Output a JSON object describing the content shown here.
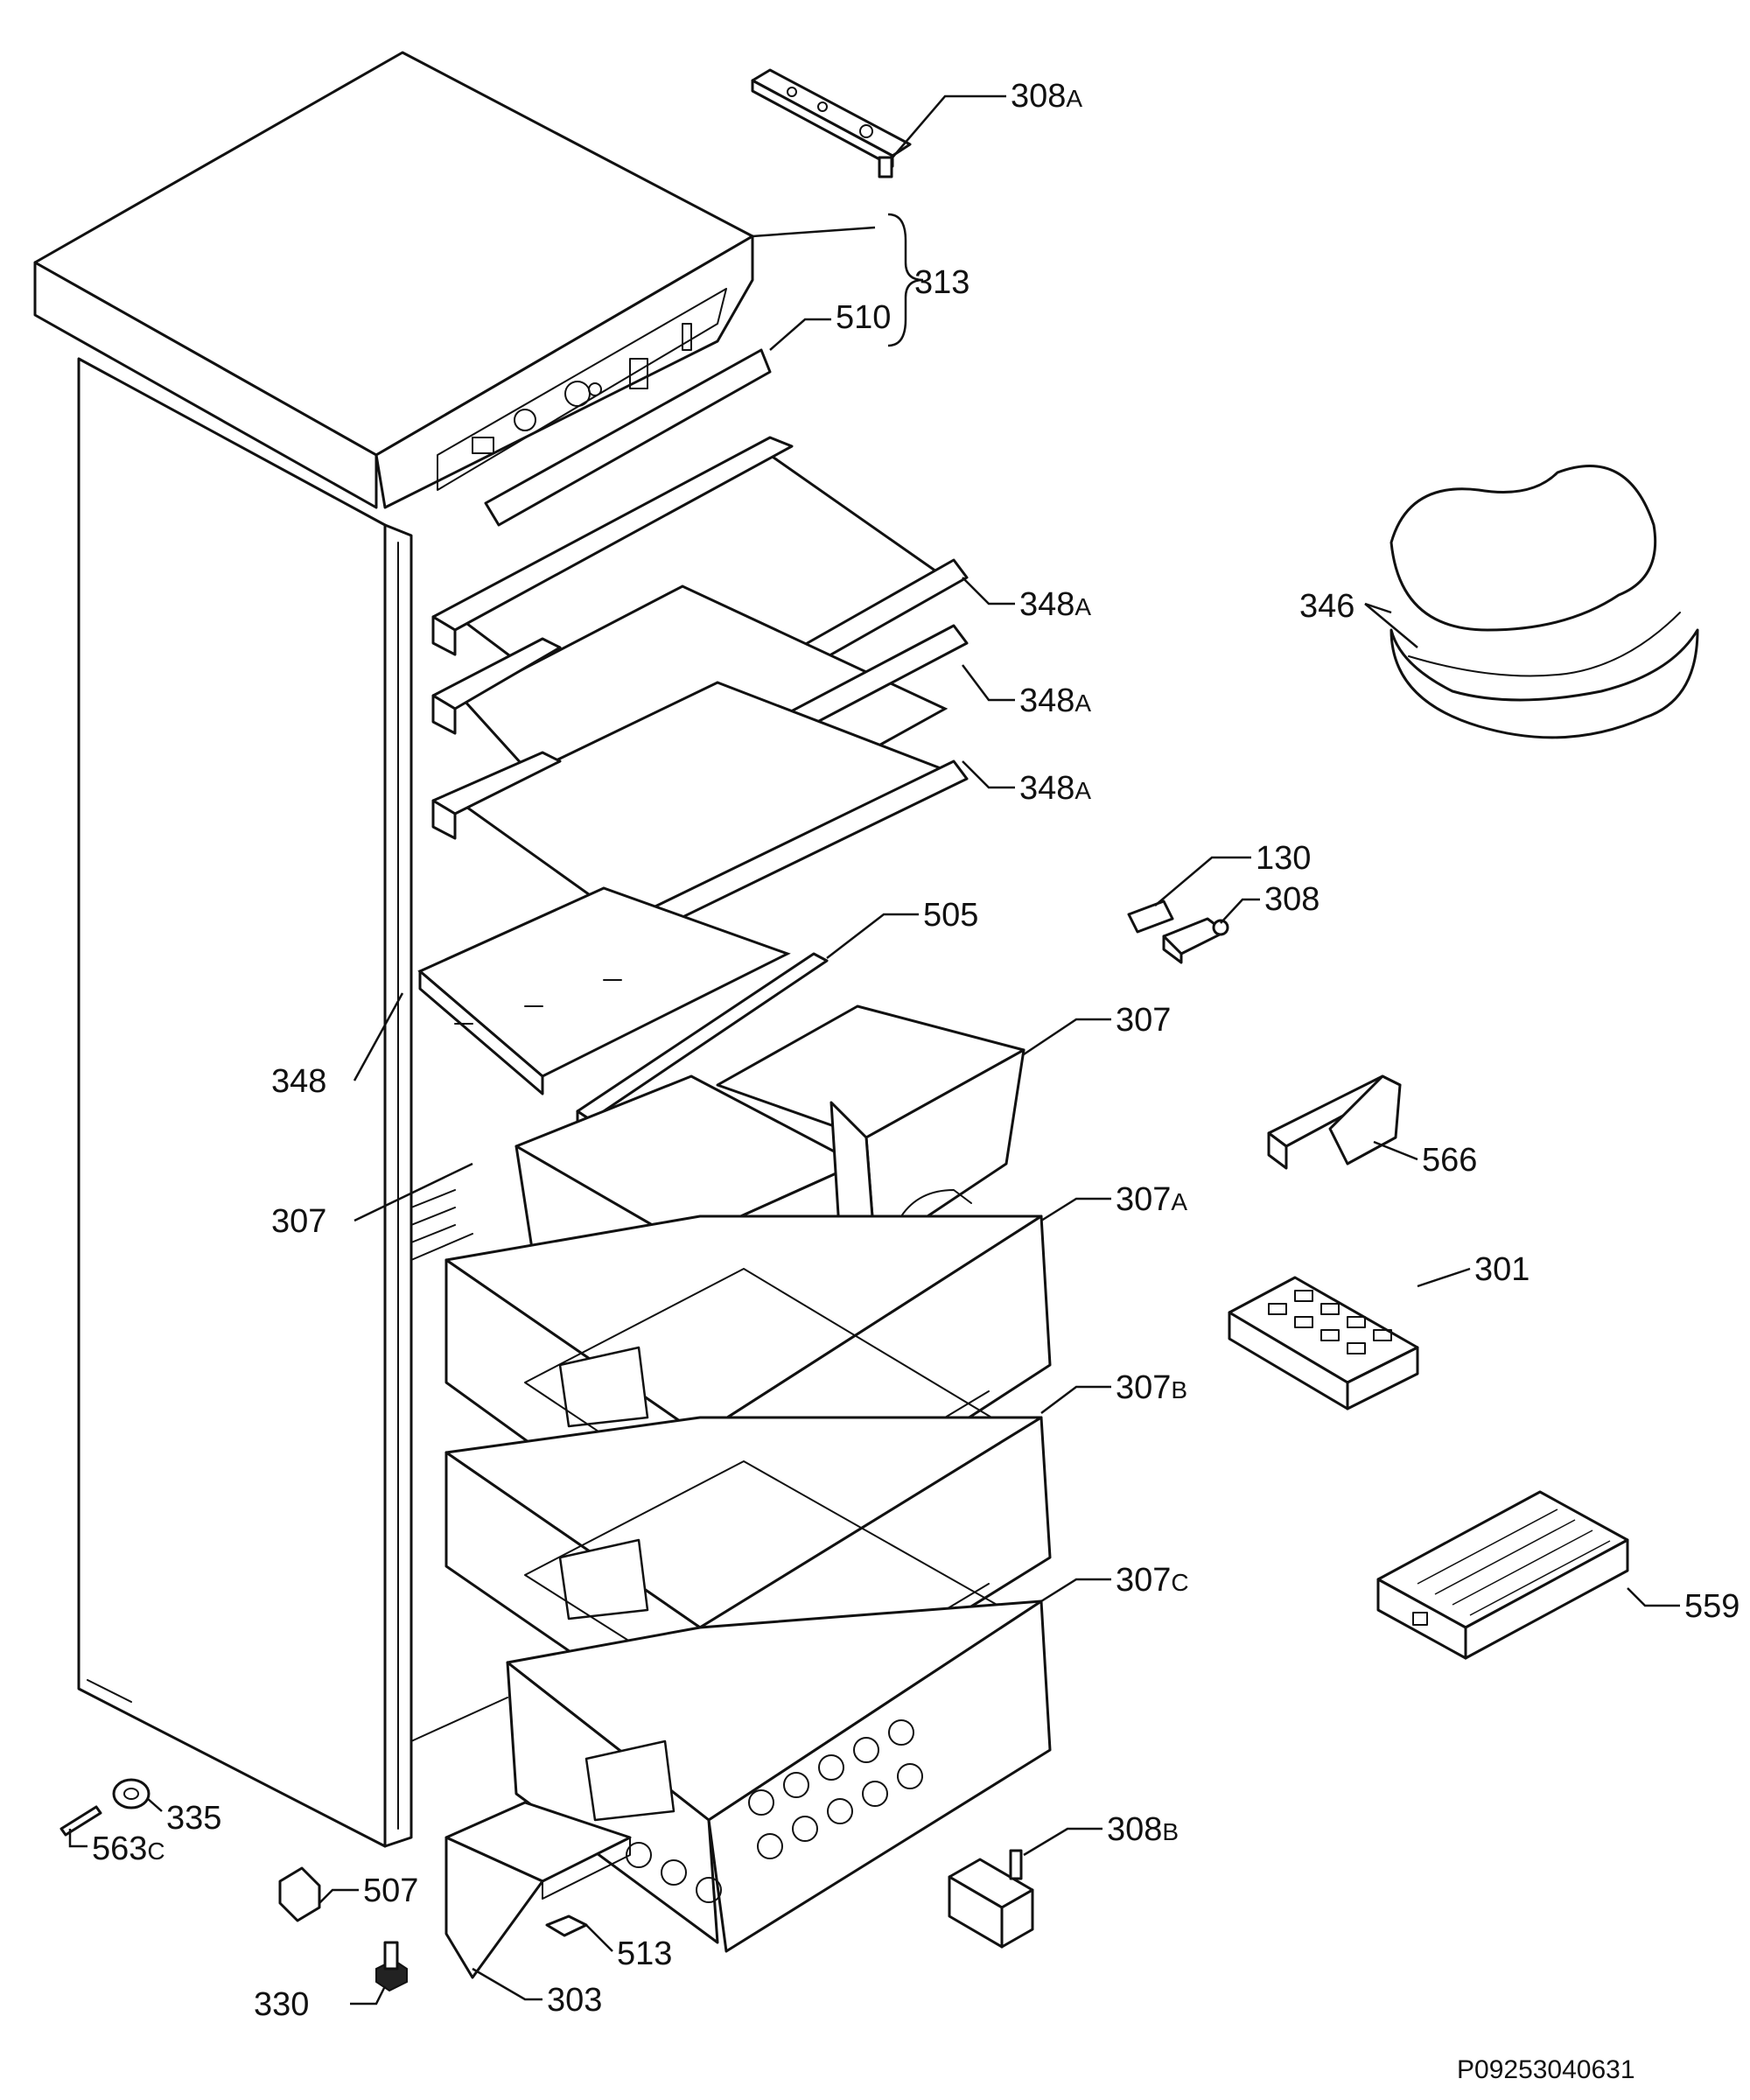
{
  "drawing_code": "P09253040631",
  "parts": [
    {
      "id": "p308A",
      "number": "308",
      "suffix": "A"
    },
    {
      "id": "p313",
      "number": "313",
      "suffix": ""
    },
    {
      "id": "p510",
      "number": "510",
      "suffix": ""
    },
    {
      "id": "p346",
      "number": "346",
      "suffix": ""
    },
    {
      "id": "p348A1",
      "number": "348",
      "suffix": "A"
    },
    {
      "id": "p348A2",
      "number": "348",
      "suffix": "A"
    },
    {
      "id": "p348A3",
      "number": "348",
      "suffix": "A"
    },
    {
      "id": "p130",
      "number": "130",
      "suffix": ""
    },
    {
      "id": "p308",
      "number": "308",
      "suffix": ""
    },
    {
      "id": "p505",
      "number": "505",
      "suffix": ""
    },
    {
      "id": "p307a",
      "number": "307",
      "suffix": ""
    },
    {
      "id": "p348",
      "number": "348",
      "suffix": ""
    },
    {
      "id": "p566",
      "number": "566",
      "suffix": ""
    },
    {
      "id": "p307b",
      "number": "307",
      "suffix": ""
    },
    {
      "id": "p307A",
      "number": "307",
      "suffix": "A"
    },
    {
      "id": "p301",
      "number": "301",
      "suffix": ""
    },
    {
      "id": "p307B",
      "number": "307",
      "suffix": "B"
    },
    {
      "id": "p307C",
      "number": "307",
      "suffix": "C"
    },
    {
      "id": "p559",
      "number": "559",
      "suffix": ""
    },
    {
      "id": "p335",
      "number": "335",
      "suffix": ""
    },
    {
      "id": "p563C",
      "number": "563",
      "suffix": "C"
    },
    {
      "id": "p308B",
      "number": "308",
      "suffix": "B"
    },
    {
      "id": "p507",
      "number": "507",
      "suffix": ""
    },
    {
      "id": "p513",
      "number": "513",
      "suffix": ""
    },
    {
      "id": "p330",
      "number": "330",
      "suffix": ""
    },
    {
      "id": "p303",
      "number": "303",
      "suffix": ""
    }
  ]
}
